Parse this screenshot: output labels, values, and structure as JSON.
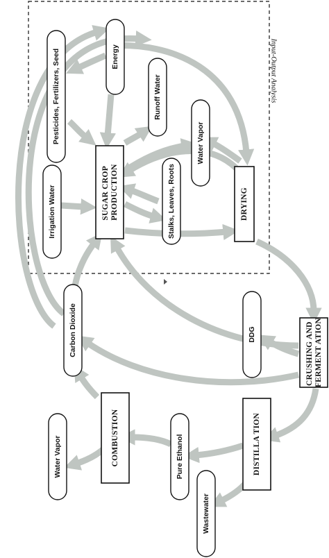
{
  "boundary_label": "Input-Output Analysis",
  "colors": {
    "flow": "#bfc5c1",
    "outline": "#111111",
    "background": "#ffffff"
  },
  "nodes": {
    "energy": "Energy",
    "pesticides": "Pesticides, Fertilizers, Seed",
    "runoff_water": "Runoff Water",
    "water_vapor_top": "Water Vapor",
    "irrigation_water": "Irrigation Water",
    "sugar_crop_line1": "SUGAR CROP",
    "sugar_crop_line2": "PRODUCTION",
    "stalks": "Stalks, Leaves, Roots",
    "drying": "DRYING",
    "carbon_dioxide": "Carbon Dioxide",
    "ddg": "DDG",
    "crushing_line1": "CRUSHING AND",
    "crushing_line2": "FERMENT ATION",
    "combustion": "COMBUSTION",
    "distillation": "DISTILLA TION",
    "pure_ethanol": "Pure Ethanol",
    "water_vapor_bottom": "Water Vapor",
    "wastewater": "Wastewater"
  }
}
